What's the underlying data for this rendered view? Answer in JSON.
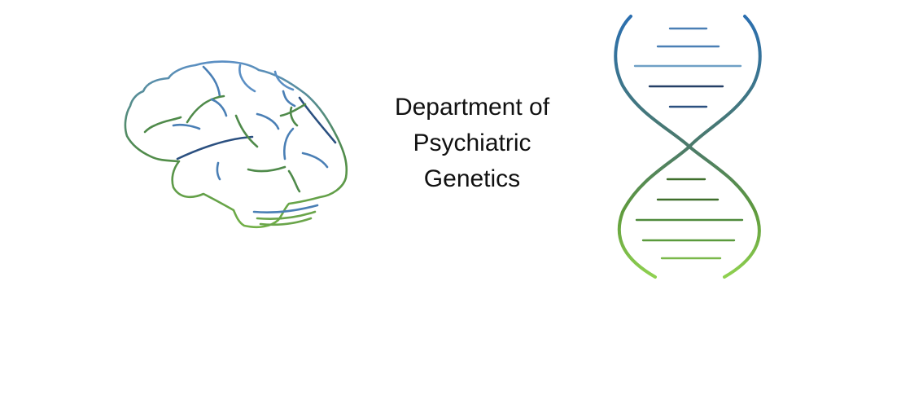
{
  "title": {
    "lines": [
      "Department of",
      "Psychiatric",
      "Genetics"
    ]
  },
  "illustrations": {
    "left": "brain-icon",
    "right": "dna-helix-icon"
  },
  "colors": {
    "blue": "#4a7fb5",
    "navy": "#2b5080",
    "green": "#5a9a3c",
    "light_green": "#8cc84b",
    "dark_green": "#3e6e2a",
    "text": "#111111"
  }
}
